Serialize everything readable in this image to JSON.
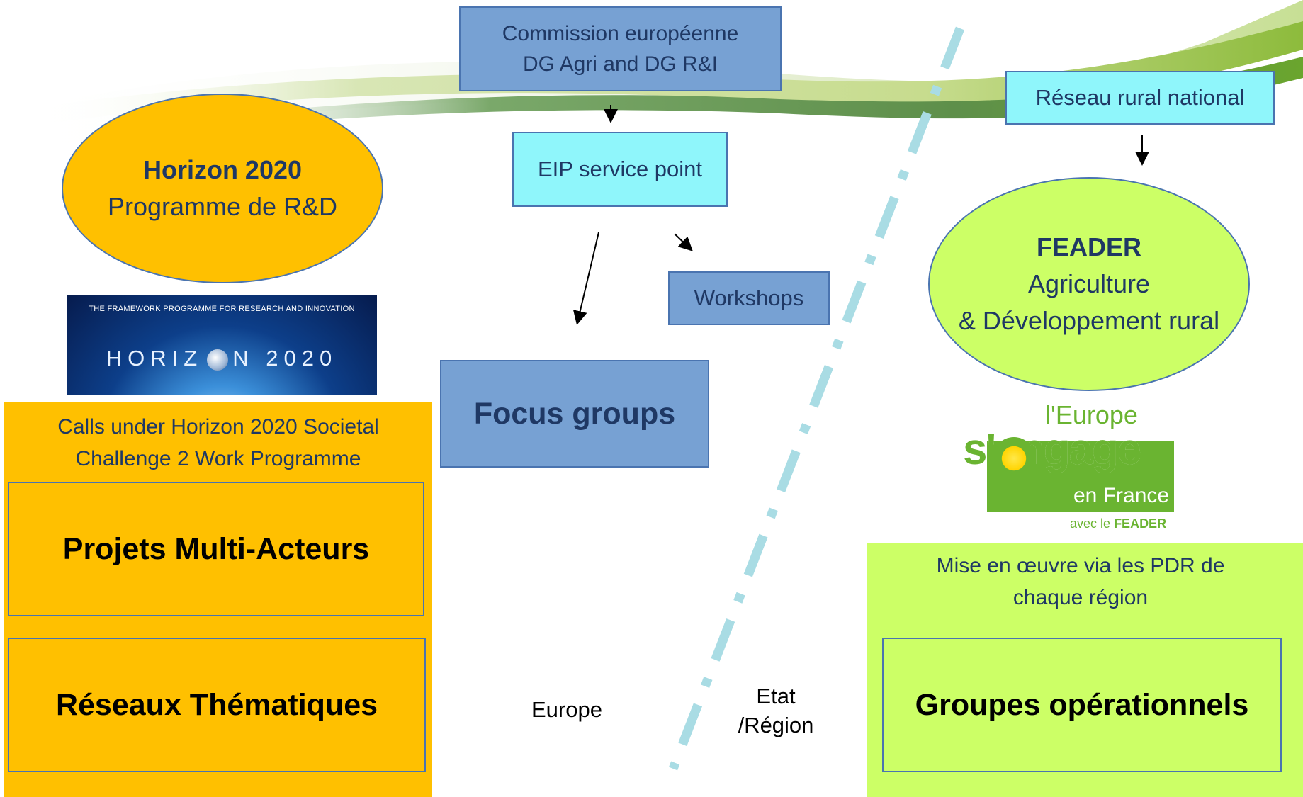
{
  "commission": {
    "line1": "Commission européenne",
    "line2": "DG Agri and DG R&I"
  },
  "eip_service_point": "EIP service point",
  "workshops": "Workshops",
  "focus_groups": "Focus groups",
  "reseau_rural": "Réseau rural national",
  "horizon": {
    "title": "Horizon 2020",
    "subtitle": "Programme de R&D"
  },
  "horizon_logo": {
    "tagline": "THE FRAMEWORK PROGRAMME FOR RESEARCH AND INNOVATION",
    "word_left": "HORIZ",
    "word_right": "N 2020"
  },
  "calls": {
    "line1": "Calls under Horizon 2020 Societal",
    "line2": "Challenge 2 Work Programme"
  },
  "projets_multi_acteurs": "Projets Multi-Acteurs",
  "reseaux_thematiques": "Réseaux Thématiques",
  "europe_label": "Europe",
  "etat_region": {
    "line1": "Etat",
    "line2": "/Région"
  },
  "feader": {
    "title": "FEADER",
    "line1": "Agriculture",
    "line2": "& Développement rural"
  },
  "europe_logo": {
    "line1": "l'Europe",
    "line2": "s'engage",
    "line3": "en France",
    "line4_prefix": "avec le",
    "line4_brand": "FEADER"
  },
  "mise_en_oeuvre": {
    "line1": "Mise en œuvre via les PDR de",
    "line2": "chaque région"
  },
  "groupes_operationnels": "Groupes opérationnels",
  "colors": {
    "horizon_yellow": "#ffc000",
    "feader_green": "#ccff66",
    "box_blue": "#77a1d3",
    "box_cyan": "#8ff6fb",
    "divider": "#a9dce4",
    "wave_green": "#5a9a2a"
  }
}
